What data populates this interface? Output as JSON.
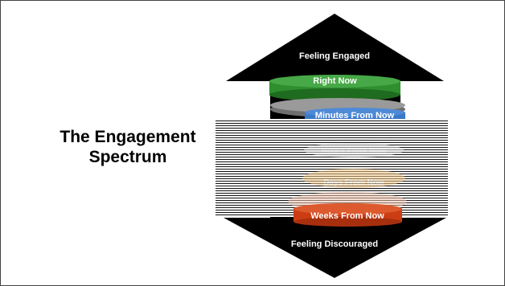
{
  "title": {
    "line1": "The Engagement",
    "line2": "Spectrum"
  },
  "diagram": {
    "top_label": "Feeling Engaged",
    "bottom_label": "Feeling Discouraged",
    "levels": [
      {
        "label": "Right Now",
        "color": "#2f8f2f"
      },
      {
        "label": "Minutes From Now",
        "color": "#3a78c8"
      },
      {
        "label": "Hours From Now",
        "color": "#e9e9e9"
      },
      {
        "label": "Days From Now",
        "color": "#f4c989"
      },
      {
        "label": "Weeks From Now",
        "color": "#cc3d14"
      }
    ],
    "arrow_color": "#000000",
    "shelf_color": "#9a9a9a"
  }
}
